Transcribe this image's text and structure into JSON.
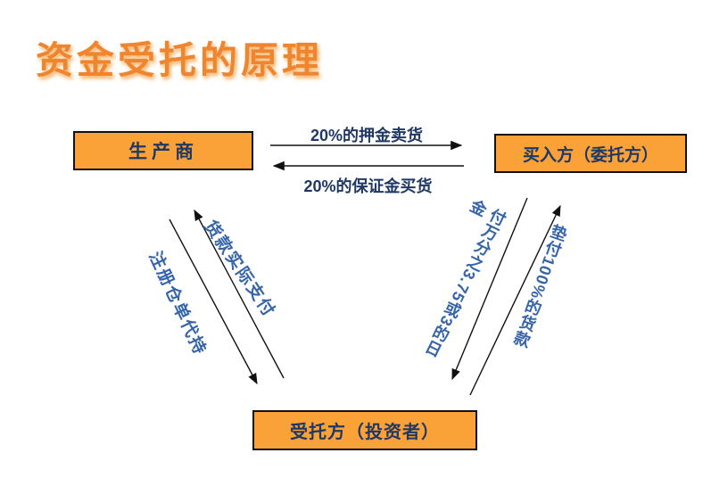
{
  "slide": {
    "title": "资金受托的原理",
    "background": "#FFFFFF"
  },
  "colors": {
    "title_orange": "#EF862F",
    "box_fill": "#FAA237",
    "box_border": "#111111",
    "box_text_navy": "#1F3864",
    "horizontal_label_navy": "#1F3864",
    "diagonal_label_blue": "#3565A8",
    "arrow_line_black": "#111111"
  },
  "nodes": {
    "producer": {
      "label": "生产商"
    },
    "buyer": {
      "label": "买入方（委托方）"
    },
    "trustee": {
      "label": "受托方（投资者）"
    }
  },
  "flows": [
    {
      "from": "producer",
      "to": "buyer",
      "label": "20%的押金卖货"
    },
    {
      "from": "buyer",
      "to": "producer",
      "label": "20%的保证金买货"
    },
    {
      "from": "trustee",
      "to": "producer",
      "label": "货款实际支付"
    },
    {
      "from": "producer",
      "to": "trustee",
      "label": "注册仓单代持"
    },
    {
      "from": "trustee",
      "to": "buyer",
      "label": "垫付100%的货款"
    },
    {
      "from": "buyer",
      "to": "trustee",
      "label": "付万分之3.75或3的日金",
      "lines": [
        "付万分之3.75或3的日",
        "金"
      ]
    }
  ]
}
